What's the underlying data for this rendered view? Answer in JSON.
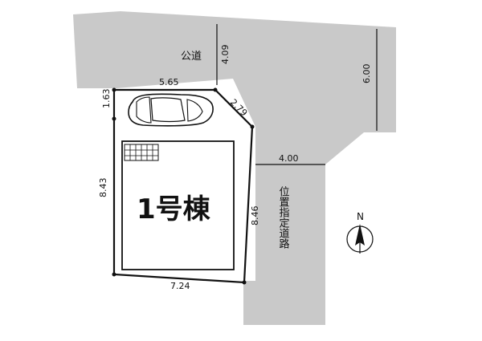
{
  "roads": {
    "public_road": "公道",
    "designated_road": "位置指定道路"
  },
  "building": {
    "label": "1号棟"
  },
  "dimensions": {
    "d_4_09": "4.09",
    "d_6_00": "6.00",
    "d_5_65": "5.65",
    "d_1_63": "1.63",
    "d_2_79": "2.79",
    "d_4_00": "4.00",
    "d_8_43": "8.43",
    "d_8_46": "8.46",
    "d_7_24": "7.24"
  },
  "north_label": "N"
}
